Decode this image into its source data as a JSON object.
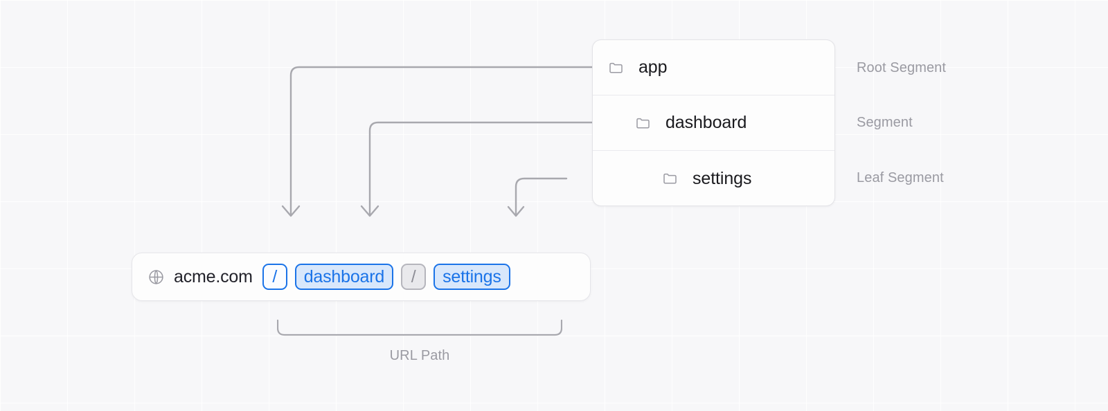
{
  "background": {
    "color": "#f7f7f9",
    "grid": true
  },
  "theme": {
    "accent_blue": "#1a73e8",
    "chip_fill_blue": "#d8e7fb",
    "muted_gray": "#9a9aa2",
    "connector_gray": "#a8a8ae",
    "card_border": "#e3e3e7",
    "text_dark": "#1a1a1e"
  },
  "file_tree": {
    "name": "app-router-folder-tree",
    "rows": [
      {
        "label": "app",
        "icon": "folder-icon",
        "depth": 0,
        "annotation": "Root Segment"
      },
      {
        "label": "dashboard",
        "icon": "folder-icon",
        "depth": 1,
        "annotation": "Segment"
      },
      {
        "label": "settings",
        "icon": "folder-icon",
        "depth": 2,
        "annotation": "Leaf Segment"
      }
    ]
  },
  "annotations": {
    "root": "Root Segment",
    "middle": "Segment",
    "leaf": "Leaf Segment"
  },
  "url_bar": {
    "icon": "globe-icon",
    "host": "acme.com",
    "chips": [
      {
        "text": "/",
        "style": "slash-active"
      },
      {
        "text": "dashboard",
        "style": "segment"
      },
      {
        "text": "/",
        "style": "slash-muted"
      },
      {
        "text": "settings",
        "style": "segment"
      }
    ]
  },
  "bracket": {
    "label": "URL Path"
  },
  "connectors": [
    {
      "from": "app-row",
      "to": "slash-chip-1"
    },
    {
      "from": "dashboard-row",
      "to": "dashboard-chip"
    },
    {
      "from": "settings-row",
      "to": "settings-chip"
    }
  ]
}
